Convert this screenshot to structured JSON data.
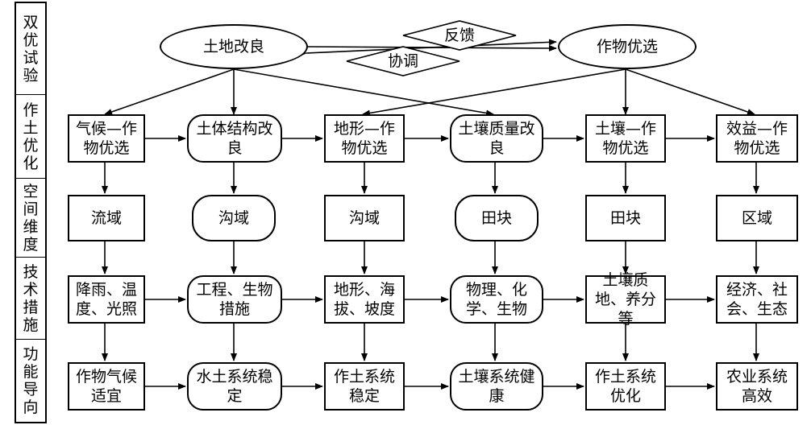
{
  "sidebar": [
    {
      "label": "双优试验"
    },
    {
      "label": "作土优化"
    },
    {
      "label": "空间维度"
    },
    {
      "label": "技术措施"
    },
    {
      "label": "功能导向"
    }
  ],
  "top": {
    "left": "土地改良",
    "right": "作物优选",
    "feedback": "反馈",
    "coordinate": "协调"
  },
  "rows": {
    "optimization": [
      "气候—作物优选",
      "土体结构改良",
      "地形—作物优选",
      "土壤质量改良",
      "土壤—作物优选",
      "效益—作物优选"
    ],
    "dimension": [
      "流域",
      "沟域",
      "沟域",
      "田块",
      "田块",
      "区域"
    ],
    "measures": [
      "降雨、温度、光照",
      "工程、生物措施",
      "地形、海拔、坡度",
      "物理、化学、生物",
      "土壤质地、养分等",
      "经济、社会、生态"
    ],
    "function": [
      "作物气候适宜",
      "水土系统稳定",
      "作土系统稳定",
      "土壤系统健康",
      "作土系统优化",
      "农业系统高效"
    ]
  }
}
